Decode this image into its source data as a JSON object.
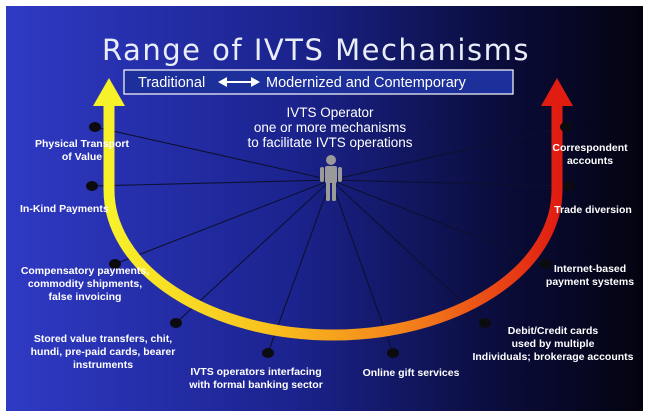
{
  "title": "Range of IVTS Mechanisms",
  "subtitle": {
    "left": "Traditional",
    "right": "Modernized and Contemporary",
    "arrow_icon": "double-arrow-icon"
  },
  "operator": {
    "lines": [
      "IVTS Operator",
      "one or more mechanisms",
      "to facilitate IVTS operations"
    ],
    "icon": "person-icon"
  },
  "mechanisms_left": [
    {
      "lines": [
        "Physical Transport",
        "of Value"
      ]
    },
    {
      "lines": [
        "In-Kind Payments"
      ]
    },
    {
      "lines": [
        "Compensatory payments,",
        "commodity shipments,",
        "false invoicing"
      ]
    },
    {
      "lines": [
        "Stored value transfers, chit,",
        "hundi, pre-paid cards, bearer",
        "instruments"
      ]
    },
    {
      "lines": [
        "IVTS operators interfacing",
        "with formal banking sector"
      ]
    }
  ],
  "mechanisms_right": [
    {
      "lines": [
        "Online gift services"
      ]
    },
    {
      "lines": [
        "Debit/Credit cards",
        "used by multiple",
        "Individuals; brokerage accounts"
      ]
    },
    {
      "lines": [
        "Internet-based",
        "payment systems"
      ]
    },
    {
      "lines": [
        "Trade diversion"
      ]
    },
    {
      "lines": [
        "Correspondent",
        "accounts"
      ]
    }
  ],
  "colors": {
    "arc_start": "#f7f12a",
    "arc_end": "#e11d12",
    "background_left": "#2a34b8",
    "background_right": "#050513"
  }
}
